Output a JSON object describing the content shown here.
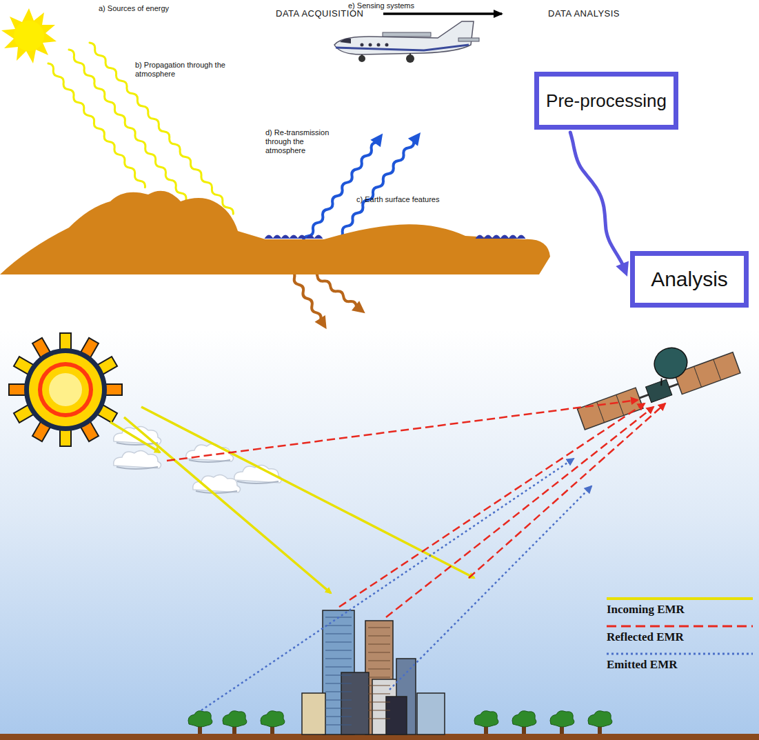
{
  "diagram": {
    "nodes": [
      {
        "text": [
          "Pre-processing"
        ]
      },
      {
        "text": [
          "Analysis"
        ]
      }
    ],
    "edges": [
      {
        "from": 0,
        "to": 1,
        "arrow": "to"
      }
    ],
    "labels": [
      "DATA ACQUISITION",
      "DATA ANALYSIS",
      "a) Sources of energy",
      "b) Propagation through the atmosphere",
      "d) Re-transmission through the atmosphere",
      "c) Earth surface features",
      "e) Sensing systems"
    ],
    "legend": [
      {
        "text": "Incoming EMR"
      },
      {
        "text": "Reflected EMR"
      },
      {
        "text": "Emitted EMR"
      }
    ]
  }
}
